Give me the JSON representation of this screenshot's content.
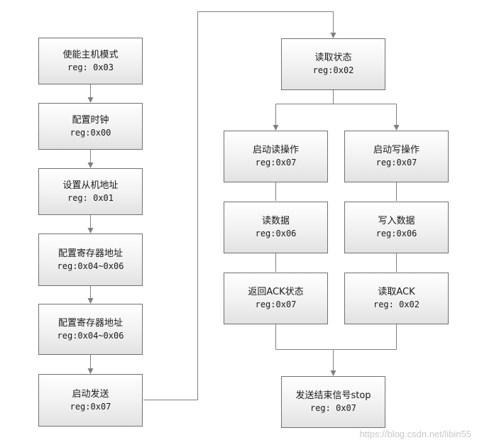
{
  "left": [
    {
      "title": "使能主机模式",
      "reg": "reg: 0x03"
    },
    {
      "title": "配置时钟",
      "reg": "reg:0x00"
    },
    {
      "title": "设置从机地址",
      "reg": "reg: 0x01"
    },
    {
      "title": "配置寄存器地址",
      "reg": "reg:0x04~0x06"
    },
    {
      "title": "配置寄存器地址",
      "reg": "reg:0x04~0x06"
    },
    {
      "title": "启动发送",
      "reg": "reg:0x07"
    }
  ],
  "top": {
    "title": "读取状态",
    "reg": "reg:0x02"
  },
  "read_branch": [
    {
      "title": "启动读操作",
      "reg": "reg:0x07"
    },
    {
      "title": "读数据",
      "reg": "reg:0x06"
    },
    {
      "title": "返回ACK状态",
      "reg": "reg:0x07"
    }
  ],
  "write_branch": [
    {
      "title": "启动写操作",
      "reg": "reg:0x07"
    },
    {
      "title": "写入数据",
      "reg": "reg:0x06"
    },
    {
      "title": "读取ACK",
      "reg": "reg: 0x02"
    }
  ],
  "end": {
    "title": "发送结束信号stop",
    "reg": "reg: 0x07"
  },
  "watermark": "https://blog.csdn.net/libin55",
  "colors": {
    "border": "#707070",
    "edge": "#808080",
    "fill_top": "#ffffff",
    "fill_bottom": "#e2e2e2"
  }
}
